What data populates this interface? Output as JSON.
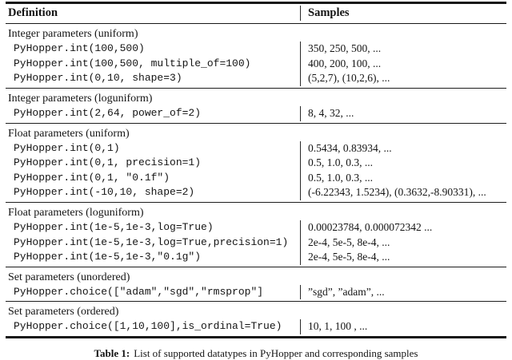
{
  "table": {
    "header": {
      "definition": "Definition",
      "samples": "Samples"
    },
    "sections": [
      {
        "label": "Integer parameters (uniform)",
        "rows": [
          {
            "code": "PyHopper.int(100,500)",
            "samples": "350, 250, 500, ..."
          },
          {
            "code": "PyHopper.int(100,500, multiple_of=100)",
            "samples": "400, 200, 100, ..."
          },
          {
            "code": "PyHopper.int(0,10, shape=3)",
            "samples": "(5,2,7), (10,2,6), ..."
          }
        ]
      },
      {
        "label": "Integer parameters (loguniform)",
        "rows": [
          {
            "code": "PyHopper.int(2,64, power_of=2)",
            "samples": "8, 4, 32, ..."
          }
        ]
      },
      {
        "label": "Float parameters (uniform)",
        "rows": [
          {
            "code": "PyHopper.int(0,1)",
            "samples": "0.5434, 0.83934, ..."
          },
          {
            "code": "PyHopper.int(0,1, precision=1)",
            "samples": "0.5, 1.0, 0.3, ..."
          },
          {
            "code": "PyHopper.int(0,1, \"0.1f\")",
            "samples": "0.5, 1.0, 0.3, ..."
          },
          {
            "code": "PyHopper.int(-10,10, shape=2)",
            "samples": "(-6.22343, 1.5234), (0.3632,-8.90331), ..."
          }
        ]
      },
      {
        "label": "Float parameters (loguniform)",
        "rows": [
          {
            "code": "PyHopper.int(1e-5,1e-3,log=True)",
            "samples": "0.00023784, 0.000072342 ..."
          },
          {
            "code": "PyHopper.int(1e-5,1e-3,log=True,precision=1)",
            "samples": "2e-4, 5e-5, 8e-4, ..."
          },
          {
            "code": "PyHopper.int(1e-5,1e-3,\"0.1g\")",
            "samples": "2e-4, 5e-5, 8e-4, ..."
          }
        ]
      },
      {
        "label": "Set parameters (unordered)",
        "rows": [
          {
            "code": "PyHopper.choice([\"adam\",\"sgd\",\"rmsprop\"]",
            "samples": "”sgd”, ”adam”, ..."
          }
        ]
      },
      {
        "label": "Set parameters (ordered)",
        "rows": [
          {
            "code": "PyHopper.choice([1,10,100],is_ordinal=True)",
            "samples": "10, 1, 100 , ..."
          }
        ]
      }
    ]
  },
  "caption": {
    "label": "Table 1:",
    "text": "List of supported datatypes in PyHopper and corresponding samples"
  }
}
